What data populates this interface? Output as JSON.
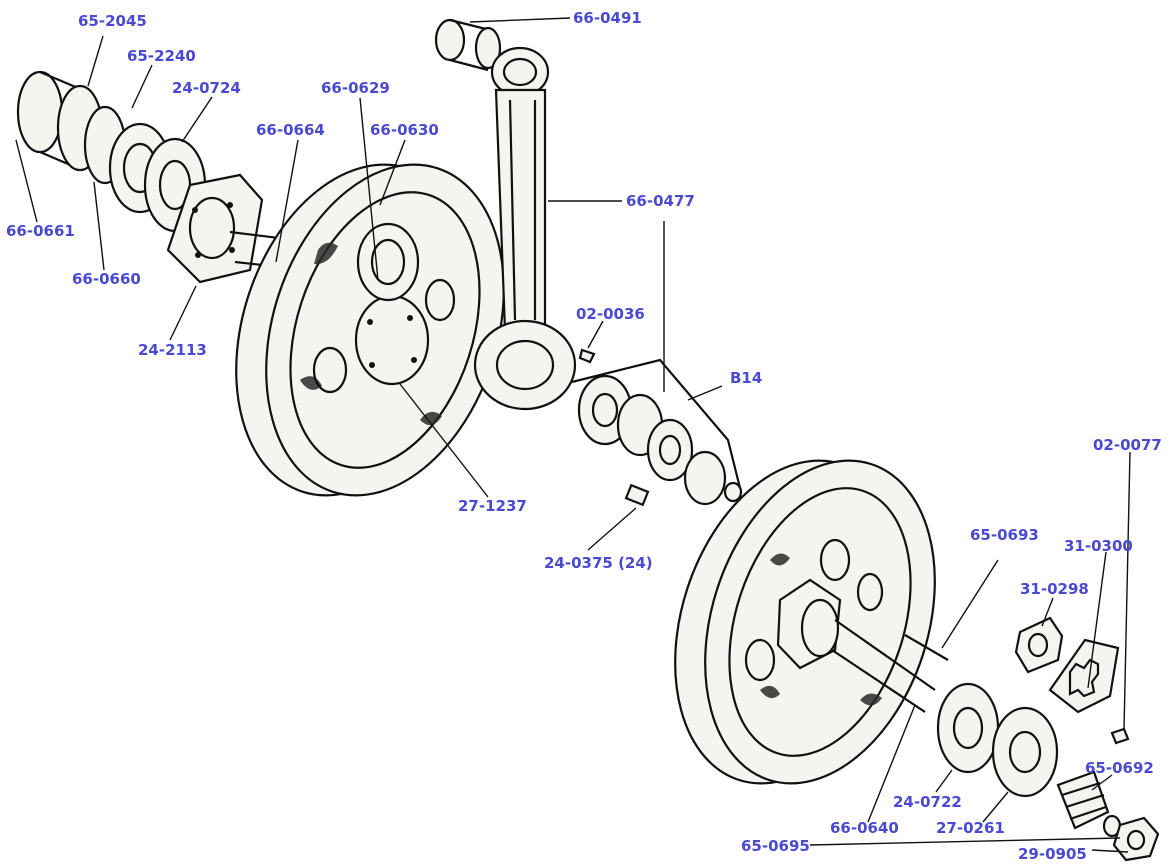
{
  "colors": {
    "label": "#4a4ad0",
    "ink": "#111111",
    "background": "#ffffff"
  },
  "labels": {
    "p65_2045": "65-2045",
    "p65_2240": "65-2240",
    "p24_0724": "24-0724",
    "p66_0629": "66-0629",
    "p66_0630": "66-0630",
    "p66_0664": "66-0664",
    "p66_0661": "66-0661",
    "p66_0660": "66-0660",
    "p24_2113": "24-2113",
    "p66_0491": "66-0491",
    "p66_0477": "66-0477",
    "p02_0036": "02-0036",
    "b14": "B14",
    "p27_1237": "27-1237",
    "p24_0375": "24-0375 (24)",
    "p02_0077": "02-0077",
    "p65_0693": "65-0693",
    "p31_0300": "31-0300",
    "p31_0298": "31-0298",
    "p65_0692": "65-0692",
    "p24_0722": "24-0722",
    "p66_0640": "66-0640",
    "p27_0261": "27-0261",
    "p65_0695": "65-0695",
    "p29_0905": "29-0905"
  }
}
